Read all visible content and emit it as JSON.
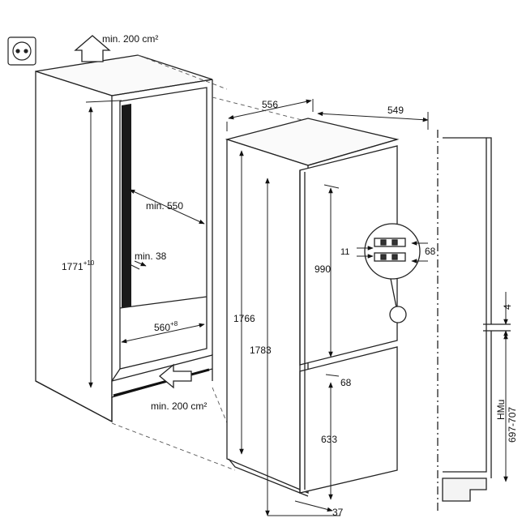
{
  "labels": {
    "top_vent": "min. 200 cm²",
    "bottom_vent": "min. 200 cm²",
    "niche_depth": "min. 550",
    "niche_height_base": "1771",
    "niche_height_sup": "+10",
    "niche_width_base": "560",
    "niche_width_sup": "+8",
    "min_38": "min. 38",
    "dim_556": "556",
    "dim_549": "549",
    "dim_1766": "1766",
    "dim_1783": "1783",
    "dim_990": "990",
    "dim_68_mid": "68",
    "dim_633": "633",
    "dim_37": "37",
    "dim_11": "11",
    "dim_68_detail": "68",
    "dim_4": "4",
    "hmu": "HMu",
    "hmu_range": "697-707"
  }
}
